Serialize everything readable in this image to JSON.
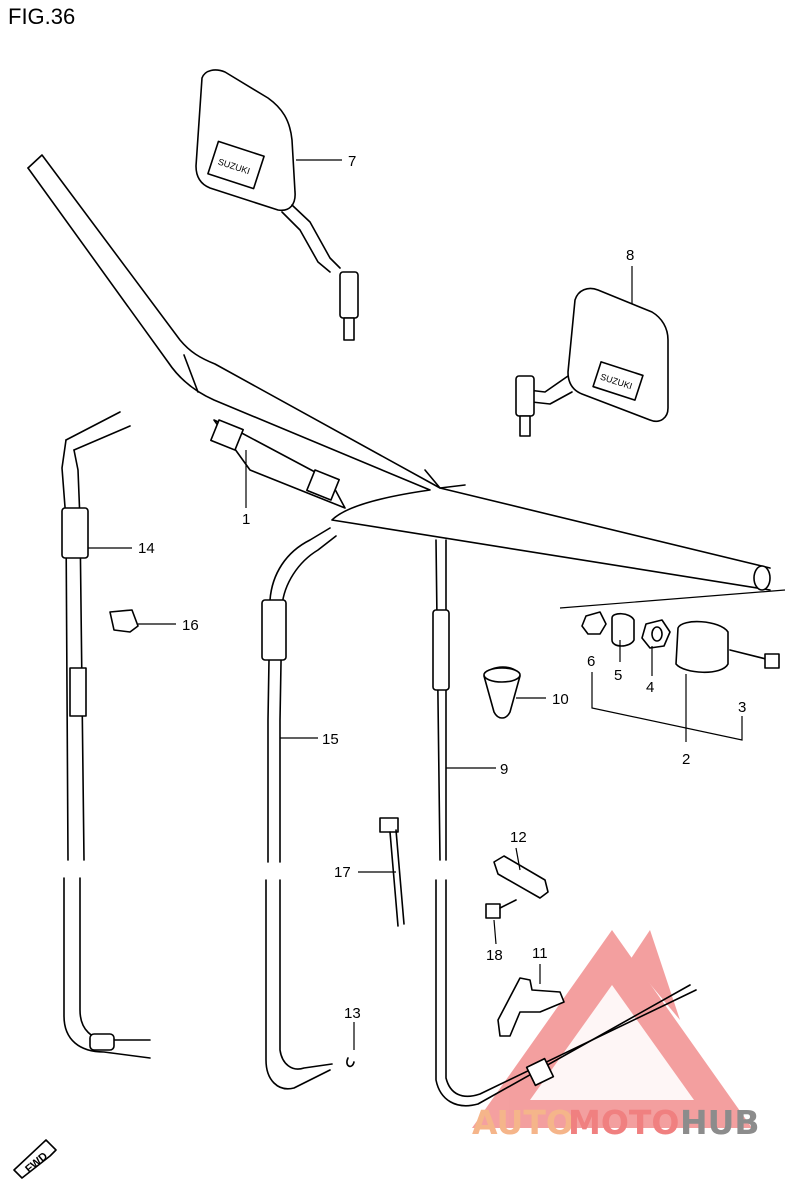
{
  "figure": {
    "title": "FIG.36"
  },
  "callouts": [
    {
      "id": "1",
      "label": "1"
    },
    {
      "id": "2",
      "label": "2"
    },
    {
      "id": "3",
      "label": "3"
    },
    {
      "id": "4",
      "label": "4"
    },
    {
      "id": "5",
      "label": "5"
    },
    {
      "id": "6",
      "label": "6"
    },
    {
      "id": "7",
      "label": "7"
    },
    {
      "id": "8",
      "label": "8"
    },
    {
      "id": "9",
      "label": "9"
    },
    {
      "id": "10",
      "label": "10"
    },
    {
      "id": "11",
      "label": "11"
    },
    {
      "id": "12",
      "label": "12"
    },
    {
      "id": "13",
      "label": "13"
    },
    {
      "id": "14",
      "label": "14"
    },
    {
      "id": "15",
      "label": "15"
    },
    {
      "id": "16",
      "label": "16"
    },
    {
      "id": "17",
      "label": "17"
    },
    {
      "id": "18",
      "label": "18"
    }
  ],
  "mirror_text": "SUZUKI",
  "fwd_badge": "FWD",
  "watermark": {
    "part1": "AUTO",
    "part2": "MOTO",
    "part3": "HUB",
    "color_orange": "#f5b58a",
    "color_red": "#f08080",
    "color_gray": "#8c8c8c"
  }
}
